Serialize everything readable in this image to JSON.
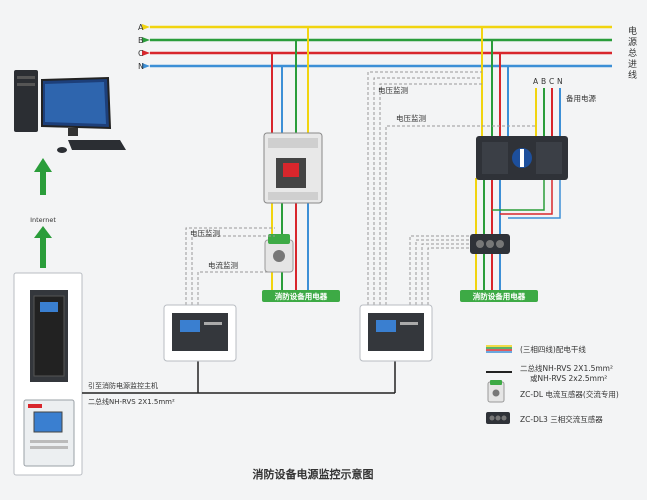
{
  "bus_lines": [
    {
      "label": "A",
      "color": "#f1d40f"
    },
    {
      "label": "B",
      "color": "#2a9d3a"
    },
    {
      "label": "C",
      "color": "#d8262c"
    },
    {
      "label": "N",
      "color": "#3c8fd6"
    }
  ],
  "incoming_power_label": "电源总进线",
  "backup_power": {
    "phase_labels": [
      "A",
      "B",
      "C",
      "N"
    ],
    "label": "备用电源"
  },
  "internet_label": "Internet",
  "host_label": "引至消防电源监控主机",
  "cable_label": "二总线NH-RVS 2X1.5mm²",
  "voltage_monitor_label": "电压监测",
  "current_monitor_label": "电流监测",
  "fire_equipment_label": "消防设备用电器",
  "legend": {
    "distribution_trunk": "(三相四线)配电干线",
    "bus_cable_line1": "二总线NH-RVS 2X1.5mm²",
    "bus_cable_line2": "或NH-RVS 2x2.5mm²",
    "zc_dl": "ZC-DL  电流互感器(交流专用)",
    "zc_dl3": "ZC-DL3 三相交流互感器"
  },
  "diagram_title": "消防设备电源监控示意图",
  "colors": {
    "yellow": "#f1d40f",
    "green": "#2a9d3a",
    "red": "#d8262c",
    "blue": "#3c8fd6",
    "tag_green": "#3daa45"
  }
}
